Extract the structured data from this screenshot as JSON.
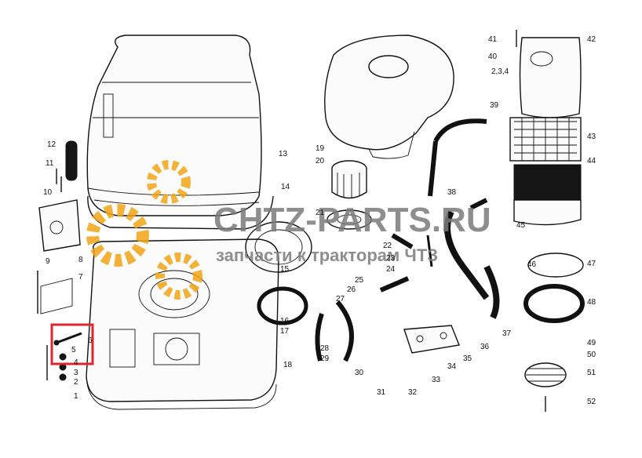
{
  "diagram": {
    "watermark": {
      "brand": "CHTZ-PARTS.RU",
      "tagline": "запчасти к тракторам ЧТЗ",
      "gear_color": "#f2a516",
      "text_color": "#7a7a7a"
    },
    "highlight": {
      "color": "#e0242c",
      "label": "5"
    },
    "labels": [
      "1",
      "2",
      "3",
      "4",
      "5",
      "6",
      "7",
      "8",
      "9",
      "10",
      "11",
      "12",
      "13",
      "14",
      "15",
      "16",
      "17",
      "18",
      "19",
      "20",
      "21",
      "22",
      "23",
      "24",
      "25",
      "26",
      "27",
      "28",
      "29",
      "30",
      "31",
      "32",
      "33",
      "34",
      "35",
      "36",
      "37",
      "38",
      "39",
      "40",
      "41",
      "42",
      "43",
      "44",
      "45",
      "46",
      "47",
      "48",
      "49",
      "50",
      "51",
      "52",
      "2,3,4"
    ]
  }
}
